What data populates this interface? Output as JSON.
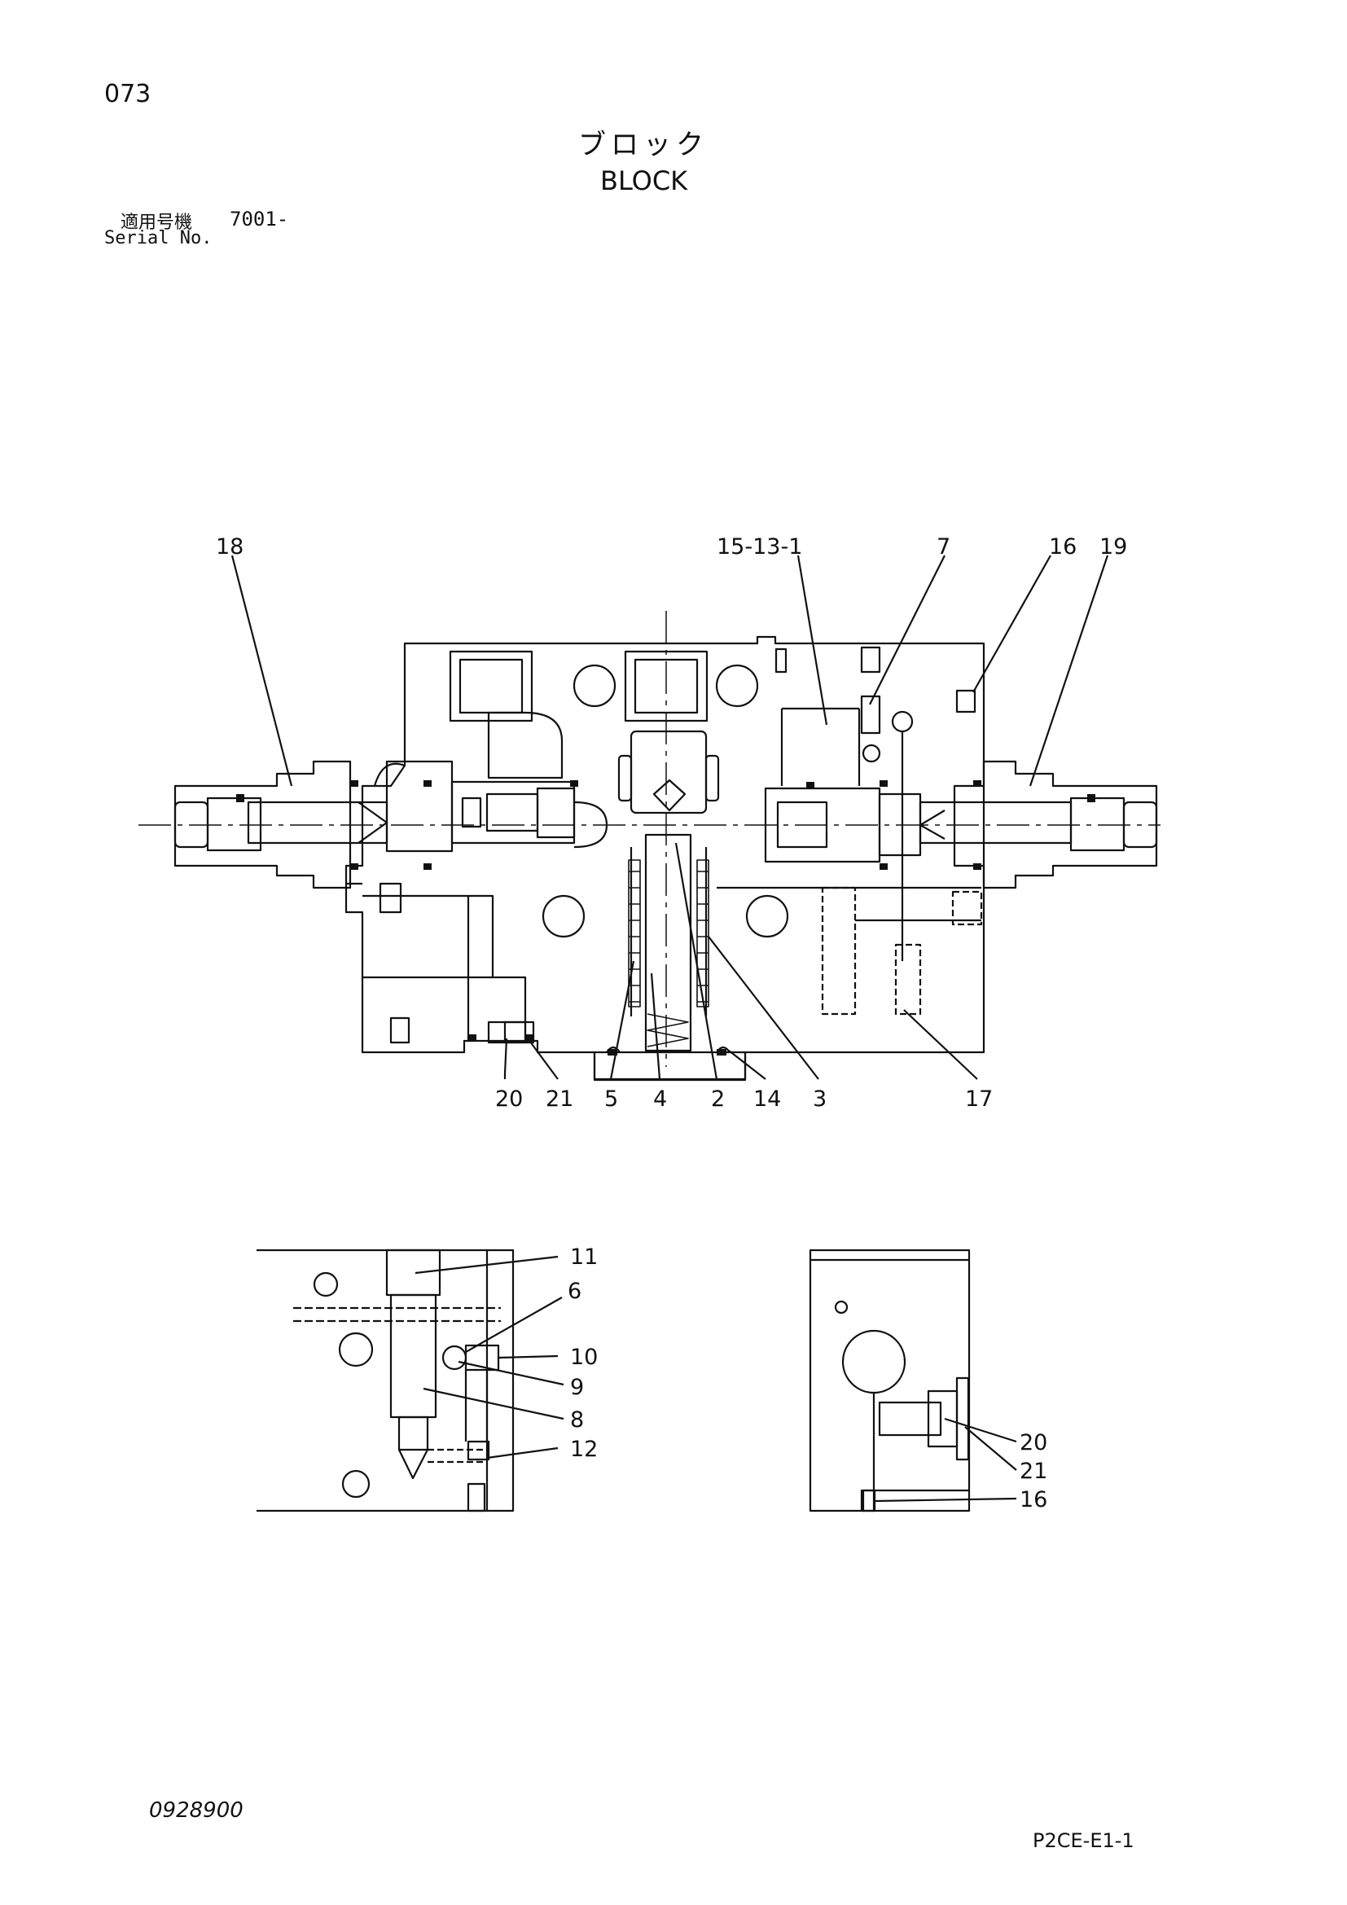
{
  "header": {
    "page_number": "073",
    "title_jp": "ブロック",
    "title_en": "BLOCK",
    "serial_label_jp": "適用号機",
    "serial_value": "7001-",
    "serial_label_en": "Serial No."
  },
  "main_view": {
    "callouts": [
      "18",
      "15-13-1",
      "7",
      "16",
      "19",
      "20",
      "21",
      "5",
      "4",
      "2",
      "14",
      "3",
      "17"
    ]
  },
  "detail_left": {
    "callouts": [
      "11",
      "6",
      "10",
      "9",
      "8",
      "12"
    ]
  },
  "detail_right": {
    "callouts": [
      "20",
      "21",
      "16"
    ]
  },
  "footer": {
    "document_number": "0928900",
    "sheet_code": "P2CE-E1-1"
  }
}
